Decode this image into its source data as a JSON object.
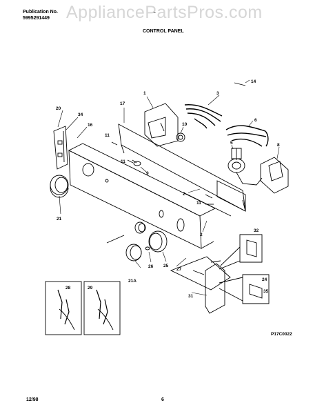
{
  "header": {
    "publication_label": "Publication No.",
    "publication_number": "5995291449",
    "model": "...",
    "section_title": "CONTROL PANEL",
    "watermark": "AppliancePartsPros.com"
  },
  "diagram_code": "P17C0022",
  "footer": {
    "date": "12/98",
    "page": "6"
  },
  "callouts": {
    "c1": "1",
    "c2a": "2",
    "c2b": "2",
    "c3": "3",
    "c5": "5",
    "c6": "6",
    "c8": "8",
    "c9": "9",
    "c10": "10",
    "c11a": "11",
    "c11b": "11",
    "c11c": "11",
    "c14": "14",
    "c16": "16",
    "c17": "17",
    "c20": "20",
    "c21": "21",
    "c21a": "21A",
    "c24": "24",
    "c25": "25",
    "c26": "26",
    "c27": "27",
    "c28": "28",
    "c29": "29",
    "c31": "31",
    "c32": "32",
    "c34": "34",
    "c35": "35"
  }
}
